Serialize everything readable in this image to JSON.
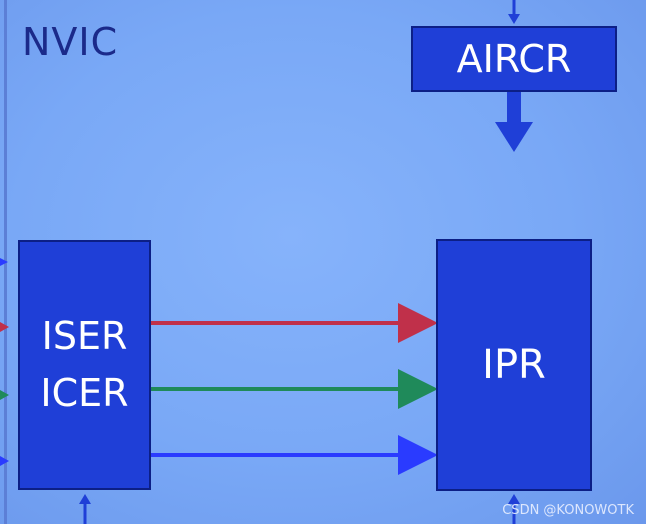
{
  "diagram": {
    "title": "NVIC",
    "blocks": {
      "aircr": "AIRCR",
      "iser": "ISER",
      "icer": "ICER",
      "ipr": "IPR"
    },
    "arrow_colors": {
      "red": "#c0304a",
      "green": "#1f8a5a",
      "blue": "#2a3bff",
      "main": "#1f3fd7"
    }
  },
  "watermark": "CSDN @KONOWOTK"
}
